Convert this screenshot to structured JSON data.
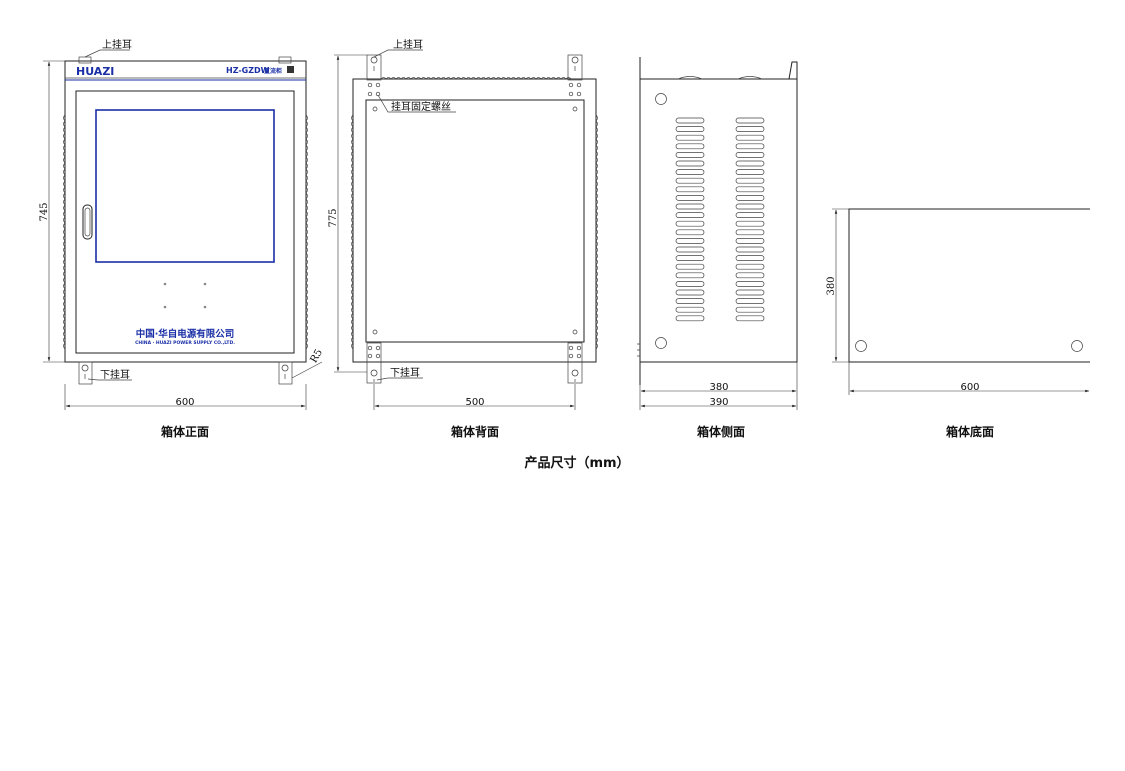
{
  "labels": {
    "upper_ear": "上挂耳",
    "lower_ear": "下挂耳",
    "ear_fix_screw": "挂耳固定螺丝"
  },
  "panel": {
    "brand": "HUAZI",
    "model": "HZ-GZDW",
    "model_suffix": "直流柜",
    "company_cn": "中国·华自电源有限公司",
    "company_en": "CHINA · HUAZI POWER SUPPLY CO.,LTD."
  },
  "dimensions": {
    "front_height": "745",
    "front_width": "600",
    "radius": "R5",
    "back_height": "775",
    "back_width": "500",
    "side_depth_inner": "380",
    "side_depth_outer": "390",
    "bottom_height": "380",
    "bottom_width": "600"
  },
  "captions": {
    "front": "箱体正面",
    "back": "箱体背面",
    "side": "箱体侧面",
    "bottom": "箱体底面"
  },
  "title": "产品尺寸（mm）"
}
